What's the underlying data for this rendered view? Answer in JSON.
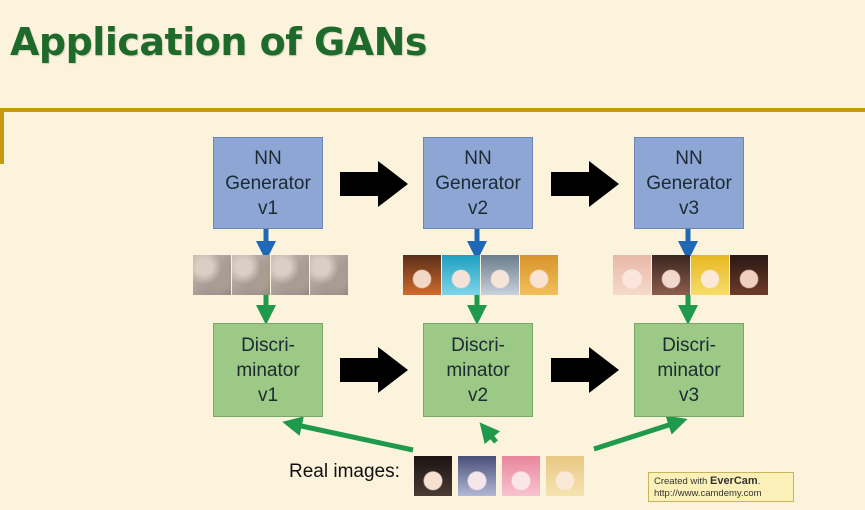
{
  "slide": {
    "title": "Application of GANs"
  },
  "generators": [
    {
      "line1": "NN",
      "line2": "Generator",
      "line3": "v1"
    },
    {
      "line1": "NN",
      "line2": "Generator",
      "line3": "v2"
    },
    {
      "line1": "NN",
      "line2": "Generator",
      "line3": "v3"
    }
  ],
  "discriminators": [
    {
      "line1": "Discri-",
      "line2": "minator",
      "line3": "v1"
    },
    {
      "line1": "Discri-",
      "line2": "minator",
      "line3": "v2"
    },
    {
      "line1": "Discri-",
      "line2": "minator",
      "line3": "v3"
    }
  ],
  "real_images_label": "Real images:",
  "watermark": {
    "line1_prefix": "Created with",
    "brand": "EverCam",
    "line1_suffix": ".",
    "line2": "http://www.camdemy.com"
  },
  "colors": {
    "title": "#1e6a2a",
    "rule": "#c59b14",
    "generator_box": "#8ea6d4",
    "discriminator_box": "#9cc986",
    "blue_arrow": "#1f68b5",
    "green_arrow": "#1f9a4c",
    "black_arrow": "#000000",
    "background": "#fbf3dc"
  }
}
